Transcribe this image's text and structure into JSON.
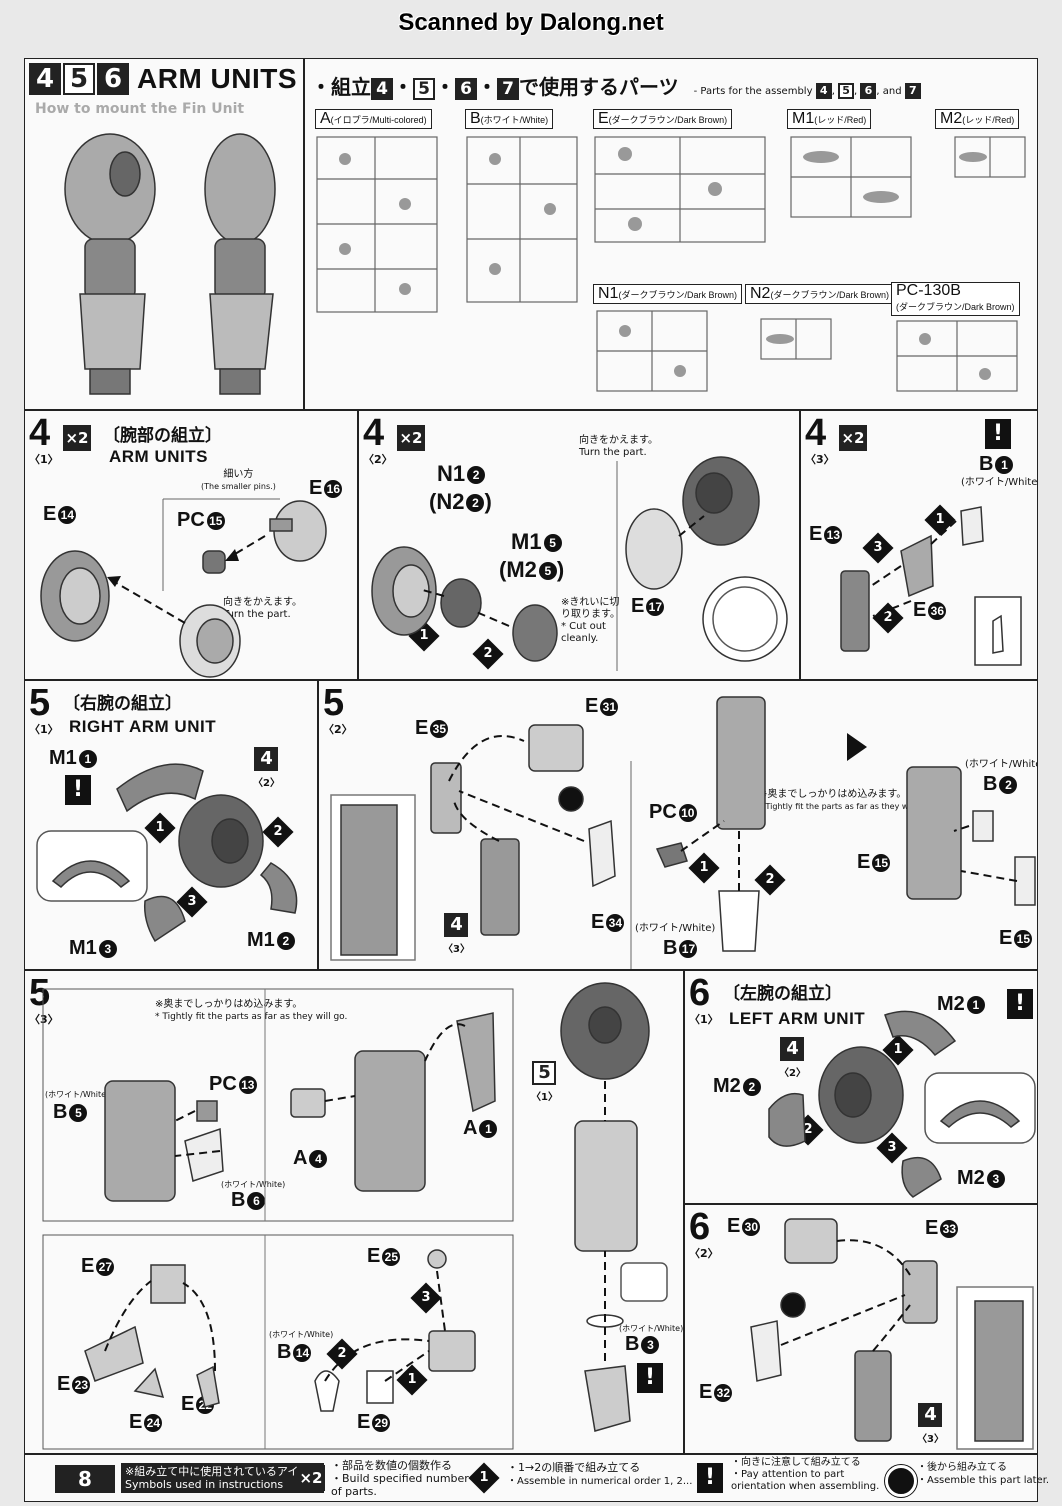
{
  "banner": "Scanned by Dalong.net",
  "header": {
    "nums": [
      "4",
      "5",
      "6"
    ],
    "title": "ARM UNITS",
    "parts_jp_prefix": "・組立",
    "parts_jp_nums": [
      "4",
      "5",
      "6",
      "7"
    ],
    "parts_jp_suffix": "で使用するパーツ",
    "parts_en": "- Parts for the assembly",
    "parts_en_and": "and",
    "model_caption": "How to mount the Fin Unit"
  },
  "runners": [
    {
      "code": "A",
      "desc": "(イロプラ/Multi-colored)"
    },
    {
      "code": "B",
      "desc": "(ホワイト/White)"
    },
    {
      "code": "E",
      "desc": "(ダークブラウン/Dark Brown)"
    },
    {
      "code": "M1",
      "desc": "(レッド/Red)"
    },
    {
      "code": "M2",
      "desc": "(レッド/Red)"
    },
    {
      "code": "N1",
      "desc": "(ダークブラウン/Dark Brown)"
    },
    {
      "code": "N2",
      "desc": "(ダークブラウン/Dark Brown)"
    },
    {
      "code": "PC-130B",
      "desc": "(ダークブラウン/Dark Brown)"
    }
  ],
  "step4_1": {
    "num": "4",
    "sub": "〈1〉",
    "mult": "×2",
    "jp": "〔腕部の組立〕",
    "en": "ARM UNITS",
    "labels": {
      "e14": "E",
      "e14n": "14",
      "pc15": "PC",
      "pc15n": "15",
      "e16": "E",
      "e16n": "16"
    },
    "note_small_jp": "細い方",
    "note_small_en": "(The smaller pins.)",
    "note_turn_jp": "向きをかえます。",
    "note_turn_en": "Turn the part."
  },
  "step4_2": {
    "num": "4",
    "sub": "〈2〉",
    "mult": "×2",
    "labels": {
      "n1": "N1",
      "n1n": "2",
      "n2": "(N2",
      "n2n": "2",
      "m1": "M1",
      "m1n": "5",
      "m2": "(M2",
      "m2n": "5",
      "e17": "E",
      "e17n": "17"
    },
    "note_turn_jp": "向きをかえます。",
    "note_turn_en": "Turn the part.",
    "note_cut_jp": "※きれいに切り取ります。",
    "note_cut_en": "* Cut out cleanly."
  },
  "step4_3": {
    "num": "4",
    "sub": "〈3〉",
    "mult": "×2",
    "labels": {
      "b1": "B",
      "b1n": "1",
      "b1c": "(ホワイト/White)",
      "e13": "E",
      "e13n": "13",
      "e36": "E",
      "e36n": "36"
    }
  },
  "step5_1": {
    "num": "5",
    "sub": "〈1〉",
    "jp": "〔右腕の組立〕",
    "en": "RIGHT ARM UNIT",
    "labels": {
      "m1a": "M1",
      "m1an": "1",
      "m1b": "M1",
      "m1bn": "2",
      "m1c": "M1",
      "m1cn": "3",
      "ref": "4",
      "refsub": "〈2〉"
    }
  },
  "step5_2": {
    "num": "5",
    "sub": "〈2〉",
    "labels": {
      "e35": "E",
      "e35n": "35",
      "e31": "E",
      "e31n": "31",
      "e34": "E",
      "e34n": "34",
      "ref": "4",
      "refsub": "〈3〉",
      "pc10": "PC",
      "pc10n": "10",
      "b17c": "(ホワイト/White)",
      "b17": "B",
      "b17n": "17",
      "b2c": "(ホワイト/White)",
      "b2": "B",
      "b2n": "2",
      "e15a": "E",
      "e15an": "15",
      "e15b": "E",
      "e15bn": "15"
    },
    "note_fit_jp": "※奥までしっかりはめ込みます。",
    "note_fit_en": "* Tightly fit the parts as far as they will go."
  },
  "step5_3": {
    "num": "5",
    "sub": "〈3〉",
    "labels": {
      "b5c": "(ホワイト/White)",
      "b5": "B",
      "b5n": "5",
      "pc13": "PC",
      "pc13n": "13",
      "b6c": "(ホワイト/White)",
      "b6": "B",
      "b6n": "6",
      "a4": "A",
      "a4n": "4",
      "a1": "A",
      "a1n": "1",
      "ref": "5",
      "refsub": "〈1〉",
      "e27": "E",
      "e27n": "27",
      "e25": "E",
      "e25n": "25",
      "e23": "E",
      "e23n": "23",
      "e24": "E",
      "e24n": "24",
      "e22": "E",
      "e22n": "22",
      "b14c": "(ホワイト/White)",
      "b14": "B",
      "b14n": "14",
      "e29": "E",
      "e29n": "29",
      "b3c": "(ホワイト/White)",
      "b3": "B",
      "b3n": "3"
    },
    "note_fit_jp": "※奥までしっかりはめ込みます。",
    "note_fit_en": "* Tightly fit the parts as far as they will go."
  },
  "step6_1": {
    "num": "6",
    "sub": "〈1〉",
    "jp": "〔左腕の組立〕",
    "en": "LEFT ARM UNIT",
    "labels": {
      "m2a": "M2",
      "m2an": "1",
      "m2b": "M2",
      "m2bn": "2",
      "m2c": "M2",
      "m2cn": "3",
      "ref": "4",
      "refsub": "〈2〉"
    }
  },
  "step6_2": {
    "num": "6",
    "sub": "〈2〉",
    "labels": {
      "e30": "E",
      "e30n": "30",
      "e33": "E",
      "e33n": "33",
      "e32": "E",
      "e32n": "32",
      "ref": "4",
      "refsub": "〈3〉"
    }
  },
  "diamonds": {
    "d1": "1",
    "d2": "2",
    "d3": "3"
  },
  "footer": {
    "page": "8",
    "icons_jp": "※組み立て中に使用されているアイコン",
    "icons_en": "Symbols used in instructions",
    "mult": "×2",
    "mult_jp": "・部品を数値の個数作る",
    "mult_en": "・Build specified number of parts.",
    "order_jp": "・1→2の順番で組み立てる",
    "order_en": "・Assemble in numerical order 1, 2...",
    "warn_jp": "・向きに注意して組み立てる",
    "warn_en": "・Pay attention to part orientation when assembling.",
    "later_jp": "・後から組み立てる",
    "later_en": "・Assemble this part later."
  }
}
